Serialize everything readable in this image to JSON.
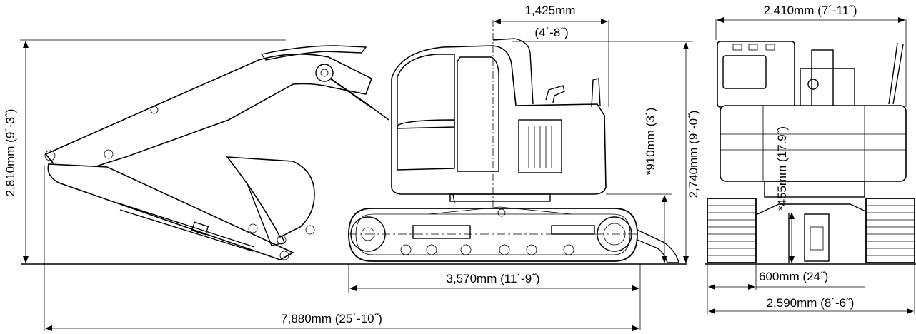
{
  "dimensions": {
    "side_cab_overhang": [
      "1,425mm",
      "(4´-8˝)"
    ],
    "front_width_top": "2,410mm (7´-11˝)",
    "overall_height_boom": "2,810mm (9´-3˝)",
    "overall_height_cab": "2,740mm (9´-0˝)",
    "counterweight_clearance": "*910mm (3´)",
    "ground_clearance": "*455mm (17.9˝)",
    "track_length": "3,570mm (11´-9˝)",
    "overall_length": "7,880mm (25´-10˝)",
    "shoe_width": "600mm (24˝)",
    "overall_width": "2,590mm (8´-6˝)"
  },
  "colors": {
    "ink": "#000000",
    "paper": "#ffffff"
  }
}
